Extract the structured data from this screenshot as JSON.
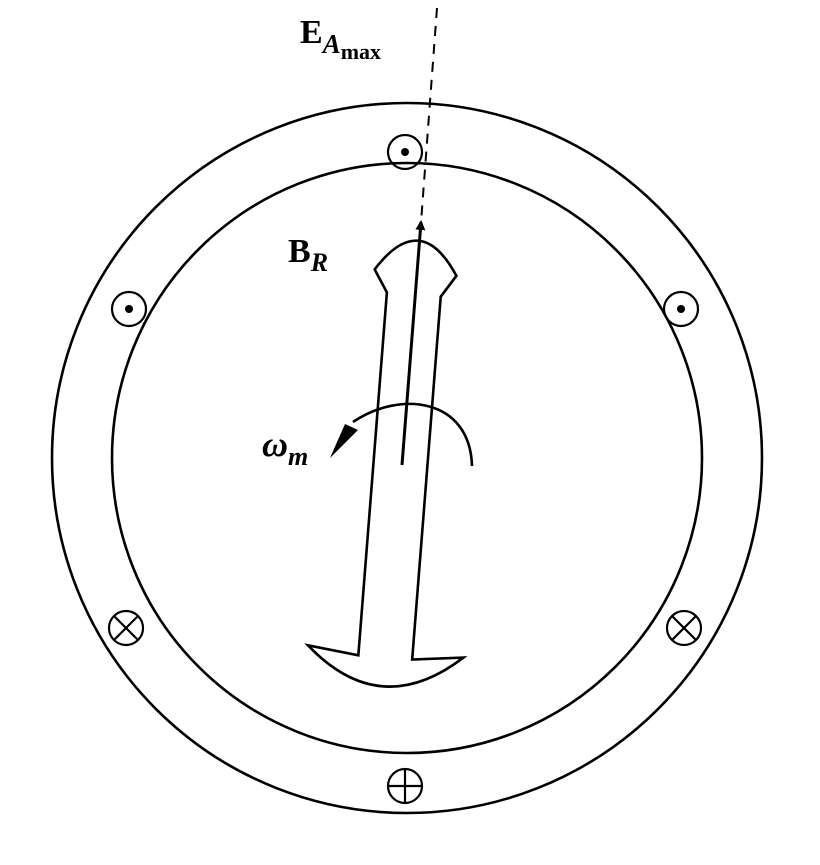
{
  "diagram": {
    "labels": {
      "e_field": {
        "main": "E",
        "sub": "A",
        "subsub": "max"
      },
      "b_field": {
        "main": "B",
        "sub": "R"
      },
      "rotation": {
        "main": "ω",
        "sub": "m"
      }
    },
    "conductors": [
      {
        "position": "top",
        "current": "out-of-page"
      },
      {
        "position": "upper-left",
        "current": "out-of-page"
      },
      {
        "position": "upper-right",
        "current": "out-of-page"
      },
      {
        "position": "lower-left",
        "current": "into-page"
      },
      {
        "position": "lower-right",
        "current": "into-page"
      },
      {
        "position": "bottom",
        "current": "into-page"
      }
    ],
    "colors": {
      "ink": "#000000",
      "background": "#ffffff"
    }
  }
}
